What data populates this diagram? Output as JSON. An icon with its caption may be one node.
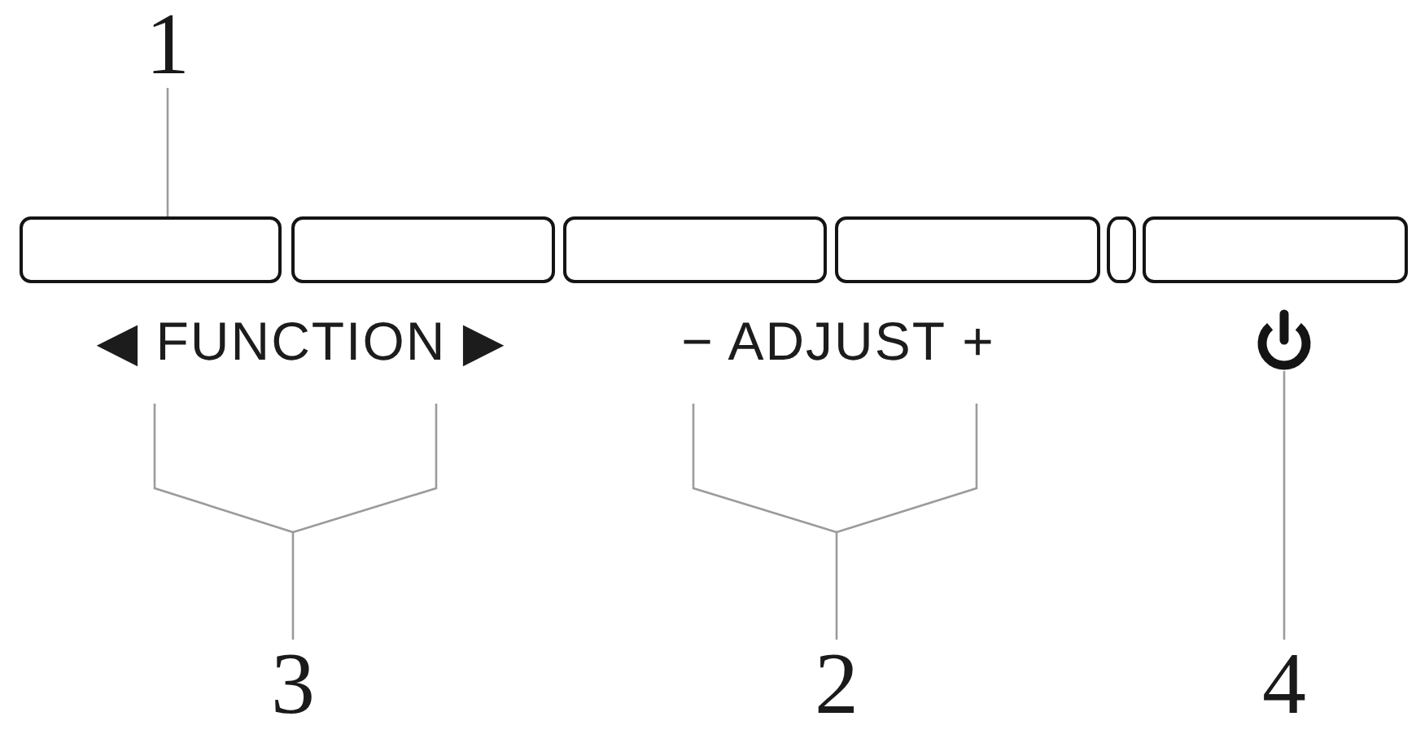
{
  "diagram": {
    "nodes": [
      {
        "text": [
          "1"
        ]
      },
      {
        "text": [],
        "shape": "box"
      },
      {
        "text": [],
        "shape": "box"
      },
      {
        "text": [],
        "shape": "box"
      },
      {
        "text": [],
        "shape": "box"
      },
      {
        "text": [],
        "shape": "box"
      },
      {
        "text": [],
        "shape": "box"
      },
      {
        "text": [
          "◀ FUNCTION ▶"
        ]
      },
      {
        "text": [
          "− ADJUST +"
        ]
      },
      {
        "text": [],
        "shape": "picture"
      },
      {
        "text": [
          "3"
        ]
      },
      {
        "text": [
          "2"
        ]
      },
      {
        "text": [
          "4"
        ]
      }
    ],
    "edges": [
      {
        "from": 0,
        "to": 1,
        "arrow": "none"
      },
      {
        "from": 10,
        "to": 7,
        "arrow": "none"
      },
      {
        "from": 11,
        "to": 8,
        "arrow": "none"
      },
      {
        "from": 12,
        "to": 9,
        "arrow": "none"
      }
    ]
  }
}
